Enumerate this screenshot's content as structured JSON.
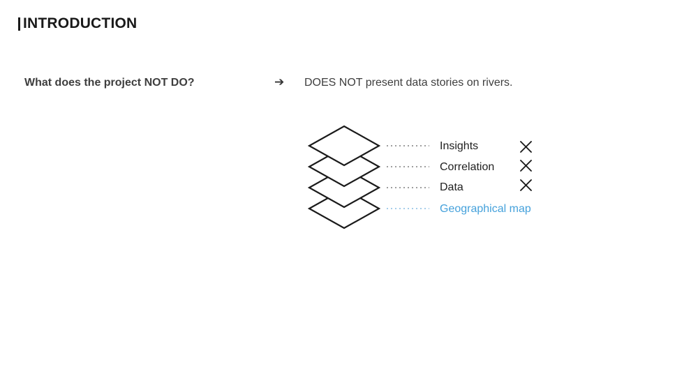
{
  "slide": {
    "title_bar": "|",
    "title": "INTRODUCTION"
  },
  "question": {
    "text": "What does the project NOT DO?",
    "arrow_glyph": "➔",
    "answer": "DOES NOT present data stories on rivers."
  },
  "diagram": {
    "description": "stack of four layer diamonds with dotted leader lines to labels",
    "x_glyph": "✕",
    "layers": [
      {
        "label": "Insights",
        "excluded": true
      },
      {
        "label": "Correlation",
        "excluded": true
      },
      {
        "label": "Data",
        "excluded": true
      },
      {
        "label": "Geographical map",
        "excluded": false,
        "highlighted": true
      }
    ]
  },
  "colors": {
    "ink": "#1a1a1a",
    "text_dark": "#3e3e3e",
    "label_dark": "#212121",
    "accent_blue": "#45a1db",
    "leader_gray": "#9e9e9e",
    "leader_blue": "#a5cdea",
    "background": "#ffffff"
  }
}
